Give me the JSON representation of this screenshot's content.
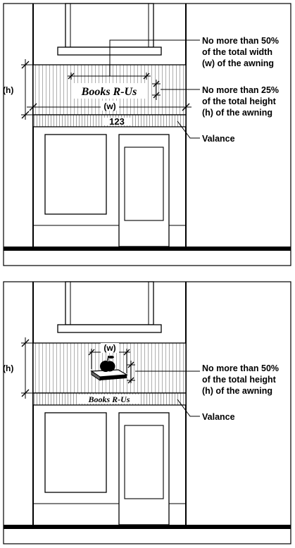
{
  "panel1": {
    "sign_text": "Books R-Us",
    "address_number": "123",
    "dim_h": "(h)",
    "dim_w": "(w)",
    "label_width": [
      "No more than 50%",
      "of the total width",
      "(w) of the awning"
    ],
    "label_height": [
      "No more than 25%",
      "of the total height",
      "(h) of the awning"
    ],
    "label_valance": "Valance"
  },
  "panel2": {
    "sign_text": "Books R-Us",
    "dim_h": "(h)",
    "dim_w": "(w)",
    "label_height": [
      "No more than 50%",
      "of the total height",
      "(h) of the awning"
    ],
    "label_valance": "Valance"
  },
  "icons": [
    "apple-on-book-icon"
  ]
}
